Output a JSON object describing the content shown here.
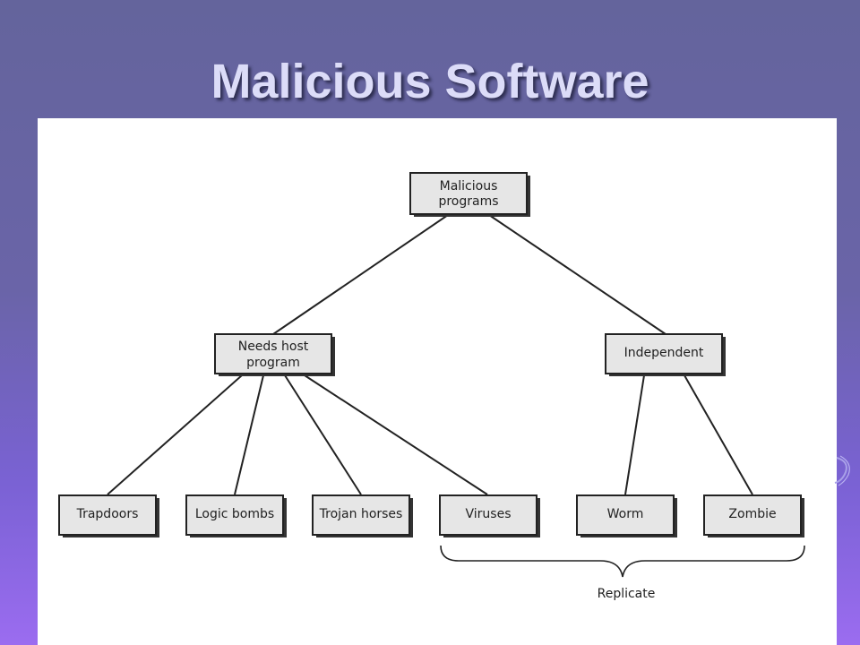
{
  "slide": {
    "title": "Malicious Software"
  },
  "diagram": {
    "root": {
      "line1": "Malicious",
      "line2": "programs"
    },
    "needs_host": {
      "line1": "Needs host",
      "line2": "program"
    },
    "independent": {
      "label": "Independent"
    },
    "leaves": {
      "trapdoors": "Trapdoors",
      "logic_bombs": "Logic bombs",
      "trojan_horses": "Trojan horses",
      "viruses": "Viruses",
      "worm": "Worm",
      "zombie": "Zombie"
    },
    "replicate_label": "Replicate"
  }
}
